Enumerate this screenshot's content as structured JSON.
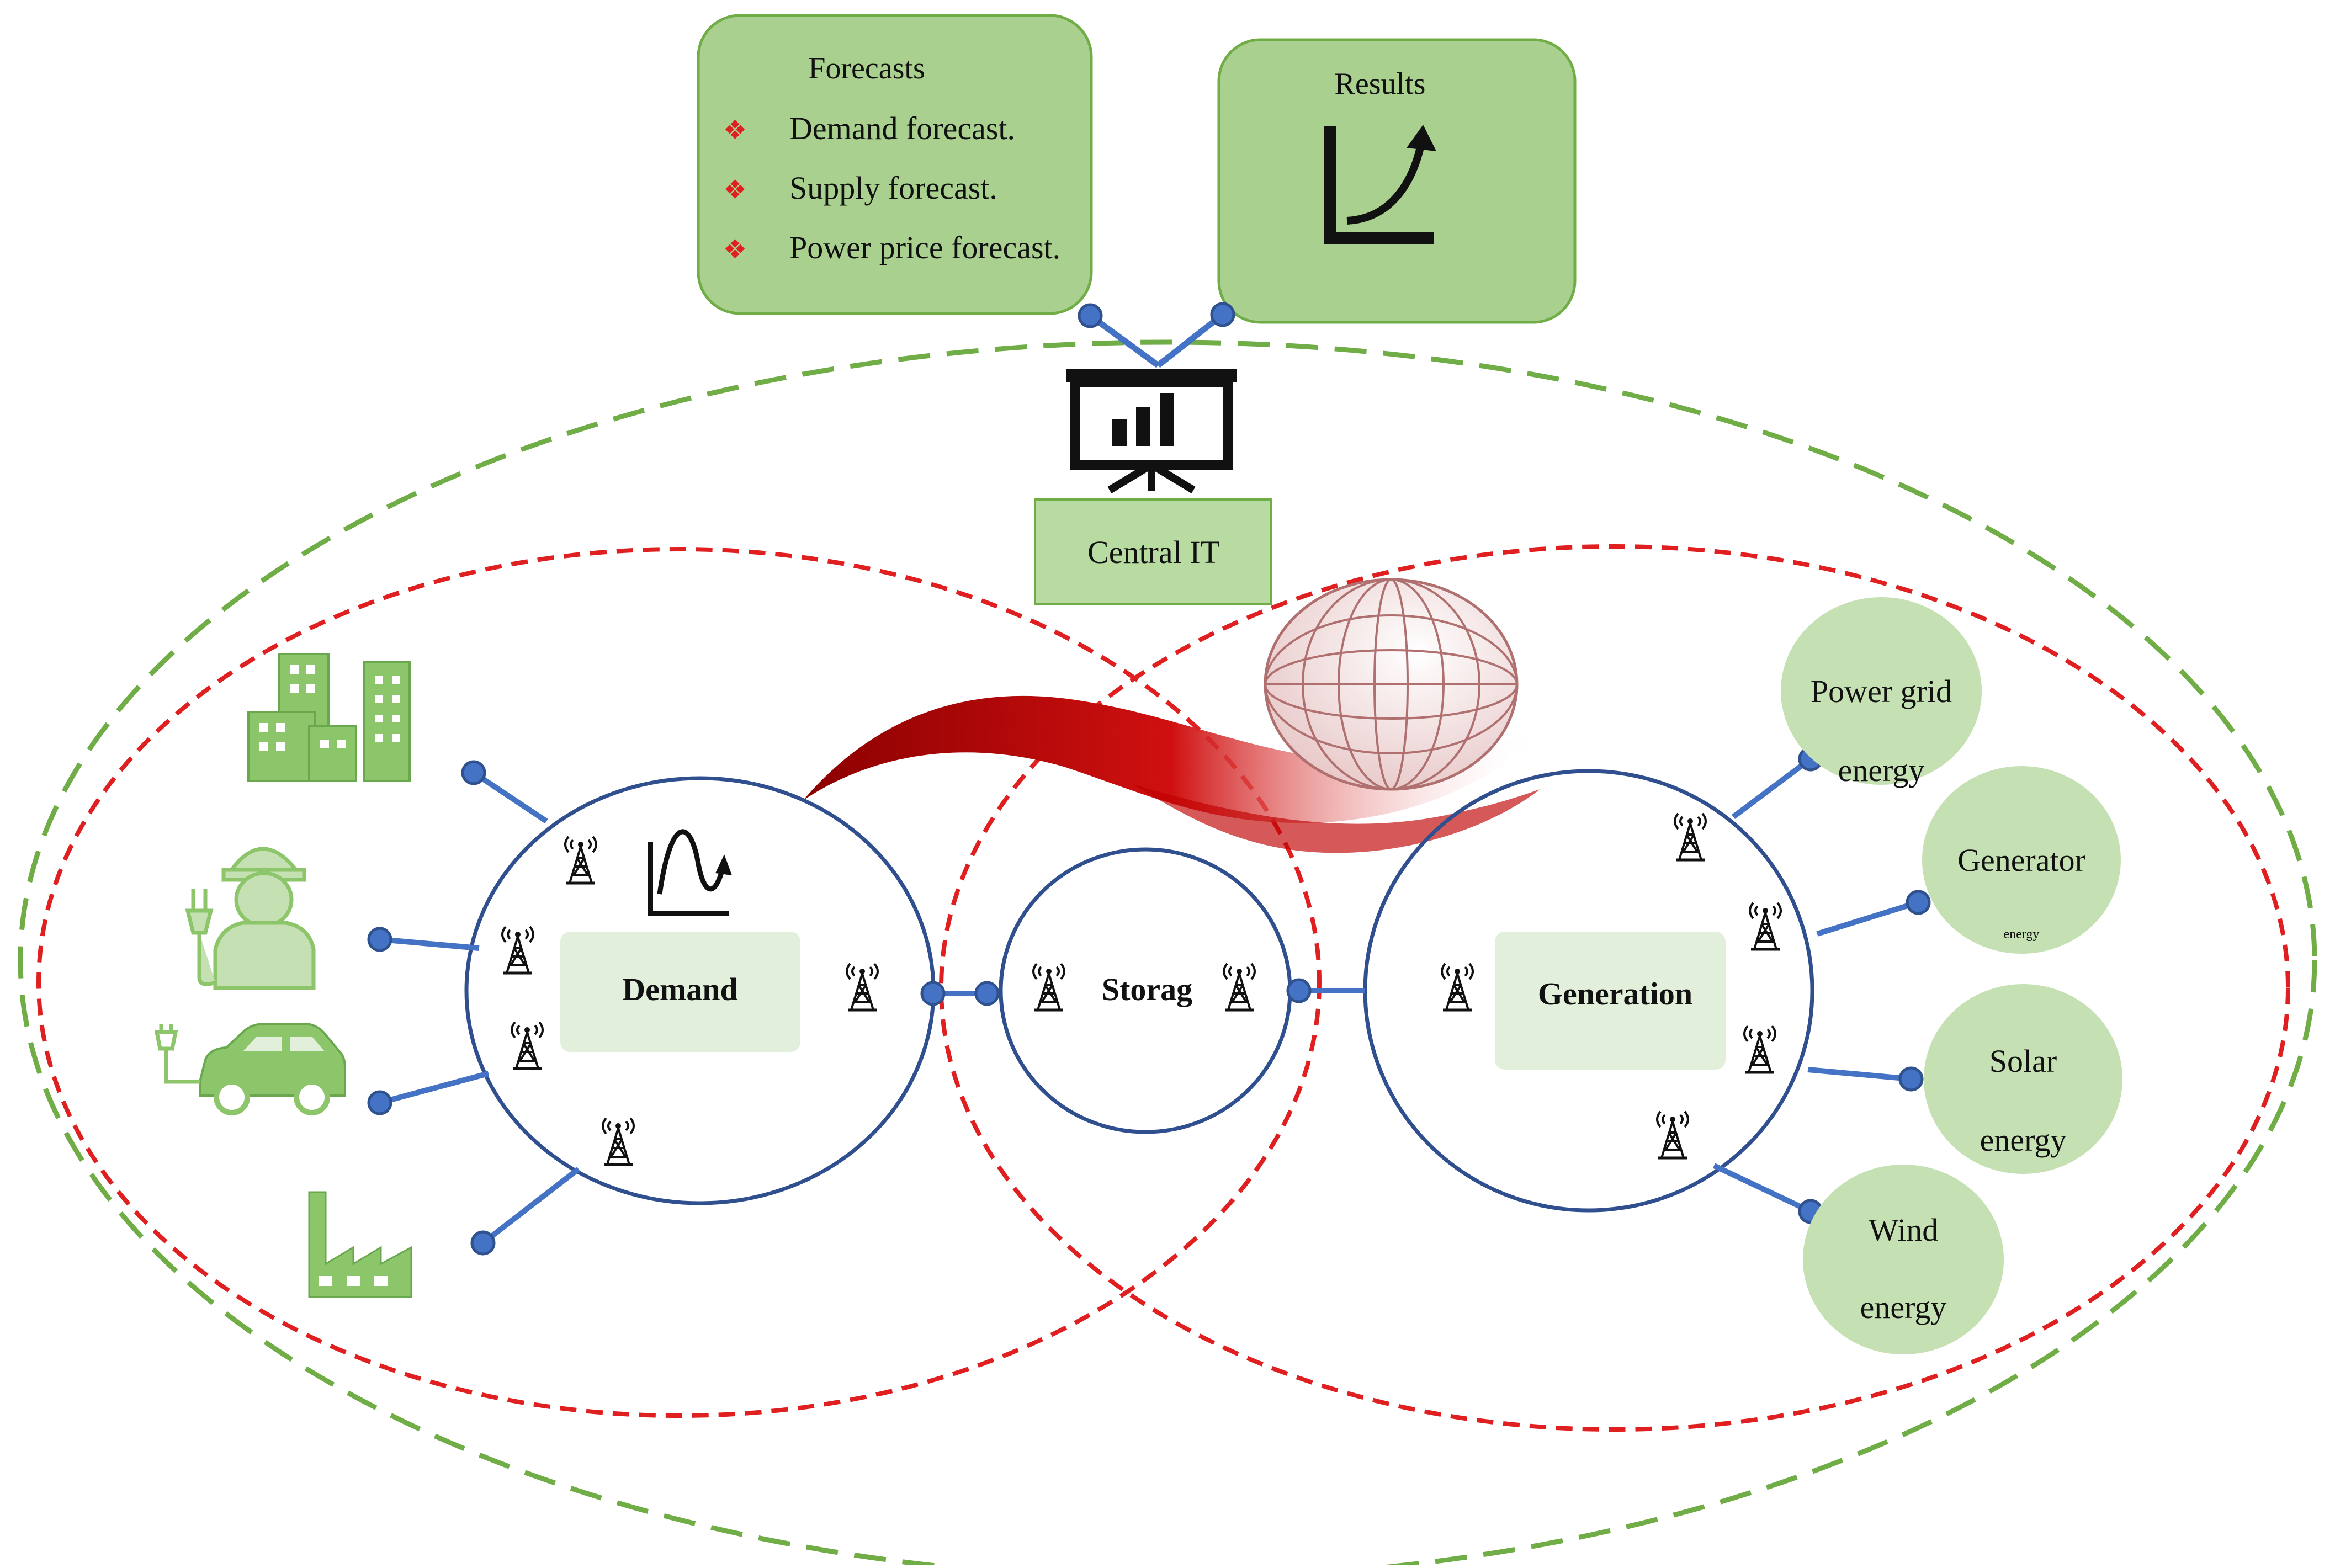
{
  "forecasts": {
    "title": "Forecasts",
    "items": [
      "Demand forecast.",
      "Supply forecast.",
      "Power price forecast."
    ]
  },
  "results": {
    "title": "Results",
    "icon": "growth-chart-icon"
  },
  "central_it": {
    "label": "Central IT",
    "icon": "presentation-board-icon"
  },
  "hubs": {
    "demand": {
      "label": "Demand",
      "icon": "wave-chart-icon"
    },
    "storage": {
      "label": "Storag"
    },
    "generation": {
      "label": "Generation"
    }
  },
  "demand_sources": [
    {
      "icon": "buildings-icon"
    },
    {
      "icon": "electrician-icon"
    },
    {
      "icon": "electric-car-icon"
    },
    {
      "icon": "factory-icon"
    }
  ],
  "generation_sources": [
    {
      "line1": "Power grid",
      "line2": "energy"
    },
    {
      "line1": "Generator",
      "line2": "energy"
    },
    {
      "line1": "Solar",
      "line2": "energy"
    },
    {
      "line1": "Wind",
      "line2": "energy"
    }
  ],
  "colors": {
    "box_fill": "#a9d08e",
    "box_stroke": "#70ad47",
    "central_it_fill": "#b7dba0",
    "label_fill": "#e2efda",
    "source_fill": "#c5e0b3",
    "hub_stroke": "#2f4f8f",
    "connector": "#4472c4",
    "outer_dash": "#70ad47",
    "inner_dash": "#e02020",
    "bullet": "#e02020",
    "icon_green": "#8cc56a",
    "ribbon": "#c00000"
  }
}
